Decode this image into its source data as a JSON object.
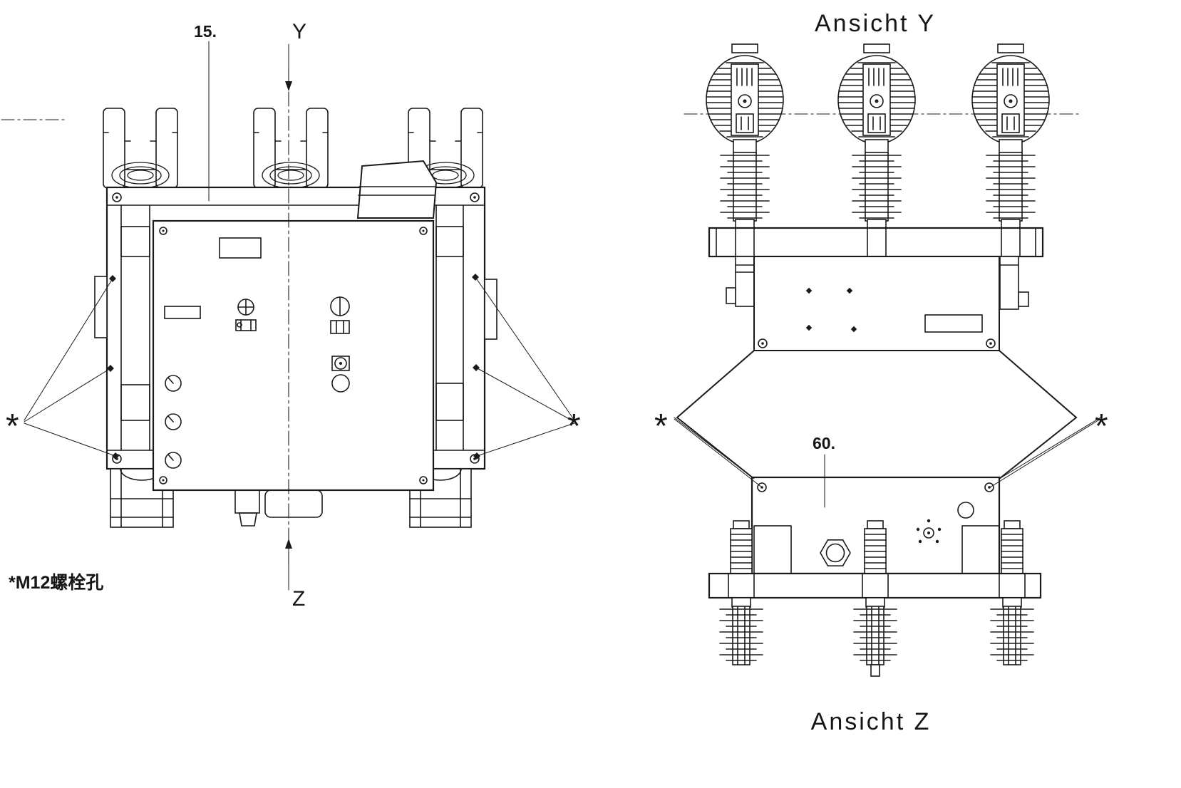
{
  "palette": {
    "ink": "#1a1a1a",
    "paper": "#ffffff"
  },
  "labels": {
    "view_y_title": "Ansicht Y",
    "view_z_title": "Ansicht Z",
    "part_15": "15.",
    "part_60": "60.",
    "axis_y": "Y",
    "axis_z": "Z",
    "asterisk": "*",
    "note_m12_bolt_holes": "*M12螺栓孔"
  }
}
